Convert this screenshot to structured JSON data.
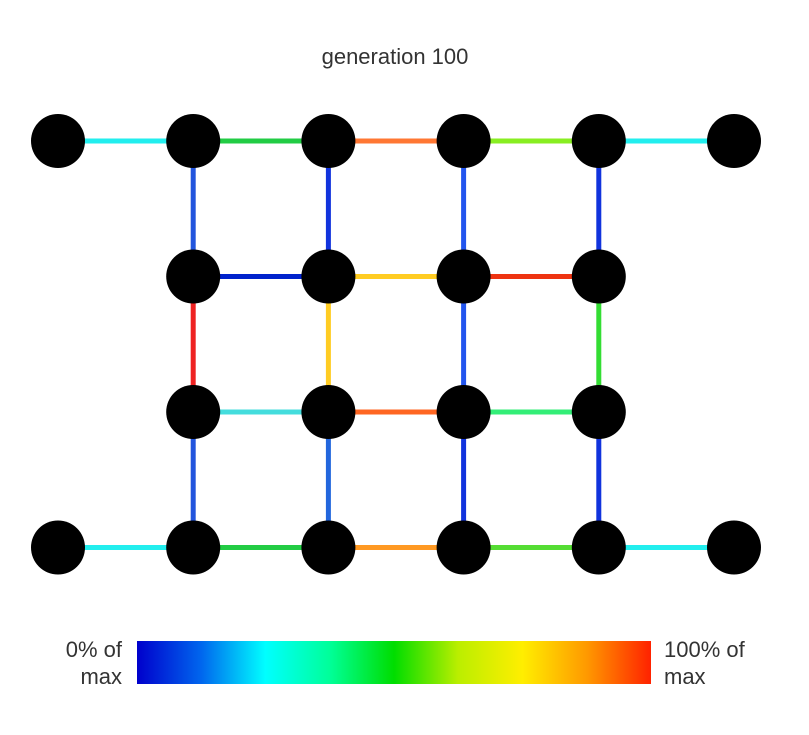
{
  "title": "generation 100",
  "colorbar": {
    "min_label_line1": "0% of",
    "min_label_line2": "max",
    "max_label_line1": "100% of",
    "max_label_line2": "max",
    "stops": [
      "#0000cc",
      "#0066ee",
      "#00ffff",
      "#00ff99",
      "#00dd00",
      "#bbee00",
      "#ffee00",
      "#ff9900",
      "#ff2200"
    ]
  },
  "node_color": "#000000",
  "grid": {
    "columns": 6,
    "rows": 4,
    "nodes": [
      {
        "col": 0,
        "row": 0
      },
      {
        "col": 1,
        "row": 0
      },
      {
        "col": 2,
        "row": 0
      },
      {
        "col": 3,
        "row": 0
      },
      {
        "col": 4,
        "row": 0
      },
      {
        "col": 5,
        "row": 0
      },
      {
        "col": 1,
        "row": 1
      },
      {
        "col": 2,
        "row": 1
      },
      {
        "col": 3,
        "row": 1
      },
      {
        "col": 4,
        "row": 1
      },
      {
        "col": 1,
        "row": 2
      },
      {
        "col": 2,
        "row": 2
      },
      {
        "col": 3,
        "row": 2
      },
      {
        "col": 4,
        "row": 2
      },
      {
        "col": 0,
        "row": 3
      },
      {
        "col": 1,
        "row": 3
      },
      {
        "col": 2,
        "row": 3
      },
      {
        "col": 3,
        "row": 3
      },
      {
        "col": 4,
        "row": 3
      },
      {
        "col": 5,
        "row": 3
      }
    ]
  },
  "edges": [
    {
      "from": [
        0,
        0
      ],
      "to": [
        1,
        0
      ],
      "color": "#22eeee"
    },
    {
      "from": [
        1,
        0
      ],
      "to": [
        2,
        0
      ],
      "color": "#22cc44"
    },
    {
      "from": [
        2,
        0
      ],
      "to": [
        3,
        0
      ],
      "color": "#ff7733"
    },
    {
      "from": [
        3,
        0
      ],
      "to": [
        4,
        0
      ],
      "color": "#88ee22"
    },
    {
      "from": [
        4,
        0
      ],
      "to": [
        5,
        0
      ],
      "color": "#22eeee"
    },
    {
      "from": [
        1,
        0
      ],
      "to": [
        1,
        1
      ],
      "color": "#2255dd"
    },
    {
      "from": [
        2,
        0
      ],
      "to": [
        2,
        1
      ],
      "color": "#1133dd"
    },
    {
      "from": [
        3,
        0
      ],
      "to": [
        3,
        1
      ],
      "color": "#2255ee"
    },
    {
      "from": [
        4,
        0
      ],
      "to": [
        4,
        1
      ],
      "color": "#1133dd"
    },
    {
      "from": [
        1,
        1
      ],
      "to": [
        2,
        1
      ],
      "color": "#0022cc"
    },
    {
      "from": [
        2,
        1
      ],
      "to": [
        3,
        1
      ],
      "color": "#ffcc22"
    },
    {
      "from": [
        3,
        1
      ],
      "to": [
        4,
        1
      ],
      "color": "#ee3311"
    },
    {
      "from": [
        1,
        1
      ],
      "to": [
        1,
        2
      ],
      "color": "#ee2222"
    },
    {
      "from": [
        2,
        1
      ],
      "to": [
        2,
        2
      ],
      "color": "#ffcc22"
    },
    {
      "from": [
        3,
        1
      ],
      "to": [
        3,
        2
      ],
      "color": "#2255ee"
    },
    {
      "from": [
        4,
        1
      ],
      "to": [
        4,
        2
      ],
      "color": "#33dd33"
    },
    {
      "from": [
        1,
        2
      ],
      "to": [
        2,
        2
      ],
      "color": "#44dddd"
    },
    {
      "from": [
        2,
        2
      ],
      "to": [
        3,
        2
      ],
      "color": "#ff6622"
    },
    {
      "from": [
        3,
        2
      ],
      "to": [
        4,
        2
      ],
      "color": "#33ee77"
    },
    {
      "from": [
        1,
        2
      ],
      "to": [
        1,
        3
      ],
      "color": "#2255dd"
    },
    {
      "from": [
        2,
        2
      ],
      "to": [
        2,
        3
      ],
      "color": "#2266dd"
    },
    {
      "from": [
        3,
        2
      ],
      "to": [
        3,
        3
      ],
      "color": "#1133dd"
    },
    {
      "from": [
        4,
        2
      ],
      "to": [
        4,
        3
      ],
      "color": "#1133dd"
    },
    {
      "from": [
        0,
        3
      ],
      "to": [
        1,
        3
      ],
      "color": "#22eeee"
    },
    {
      "from": [
        1,
        3
      ],
      "to": [
        2,
        3
      ],
      "color": "#22cc44"
    },
    {
      "from": [
        2,
        3
      ],
      "to": [
        3,
        3
      ],
      "color": "#ff9922"
    },
    {
      "from": [
        3,
        3
      ],
      "to": [
        4,
        3
      ],
      "color": "#55dd33"
    },
    {
      "from": [
        4,
        3
      ],
      "to": [
        5,
        3
      ],
      "color": "#22eeee"
    }
  ]
}
